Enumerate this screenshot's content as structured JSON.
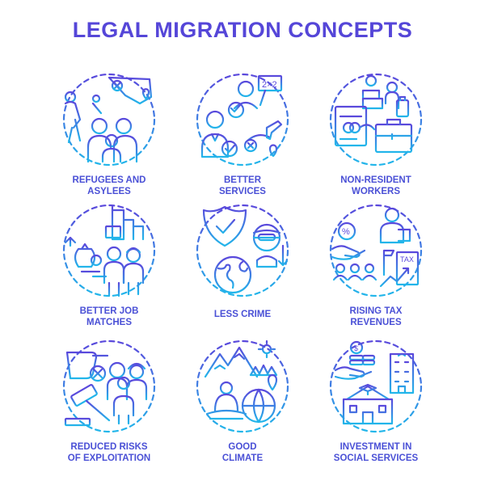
{
  "title": "LEGAL MIGRATION CONCEPTS",
  "colors": {
    "gradient_top": "#5a48dc",
    "gradient_bottom": "#22b6ea",
    "title": "#5546d8"
  },
  "concepts": [
    {
      "icon": "refugees-family-icon",
      "line1": "REFUGEES AND",
      "line2": "ASYLEES"
    },
    {
      "icon": "better-services-icon",
      "line1": "BETTER",
      "line2": "SERVICES"
    },
    {
      "icon": "non-resident-workers-icon",
      "line1": "NON-RESIDENT",
      "line2": "WORKERS"
    },
    {
      "icon": "job-matches-icon",
      "line1": "BETTER JOB",
      "line2": "MATCHES"
    },
    {
      "icon": "less-crime-icon",
      "line1": "LESS CRIME",
      "line2": ""
    },
    {
      "icon": "tax-revenues-icon",
      "line1": "RISING TAX",
      "line2": "REVENUES"
    },
    {
      "icon": "exploitation-icon",
      "line1": "REDUCED RISKS",
      "line2": "OF EXPLOITATION"
    },
    {
      "icon": "good-climate-icon",
      "line1": "GOOD",
      "line2": "CLIMATE"
    },
    {
      "icon": "social-investment-icon",
      "line1": "INVESTMENT IN",
      "line2": "SOCIAL SERVICES"
    }
  ]
}
